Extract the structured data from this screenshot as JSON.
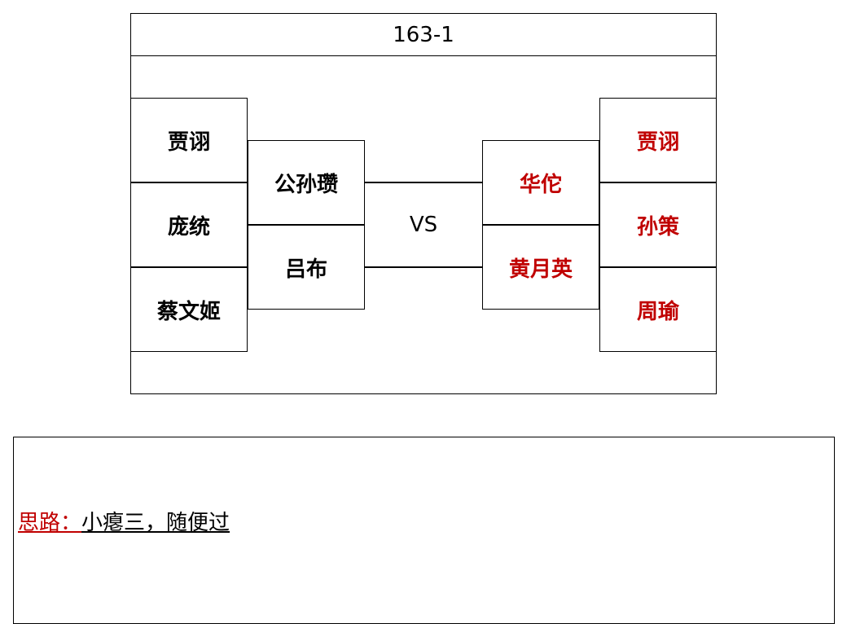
{
  "header": {
    "title": "163-1"
  },
  "left_team": {
    "outer": [
      "贾诩",
      "庞统",
      "蔡文姬"
    ],
    "inner": [
      "公孙瓒",
      "吕布"
    ]
  },
  "right_team": {
    "inner": [
      "华佗",
      "黄月英"
    ],
    "outer": [
      "贾诩",
      "孙策",
      "周瑜"
    ]
  },
  "vs_label": "VS",
  "note": {
    "label": "思路：",
    "text": "小瘪三，随便过"
  },
  "colors": {
    "right_team_text": "#c00000",
    "note_label": "#c00000",
    "border": "#000000"
  }
}
